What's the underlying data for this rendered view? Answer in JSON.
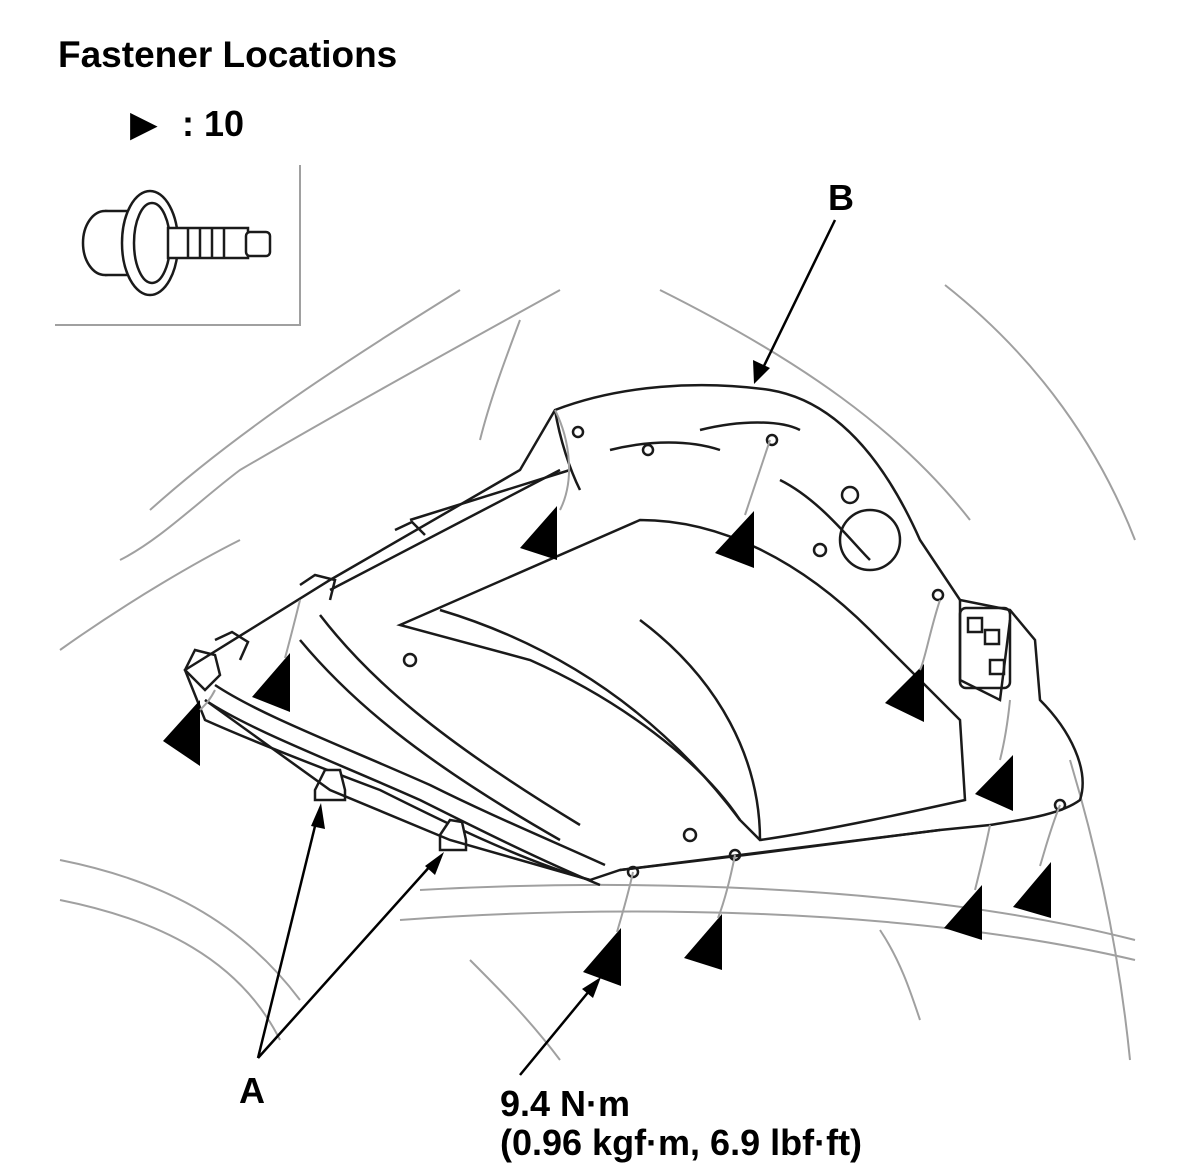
{
  "title": "Fastener Locations",
  "legend": {
    "symbol": "▶",
    "text": ": 10"
  },
  "callouts": {
    "b": "B",
    "a": "A"
  },
  "torque": {
    "line1": "9.4 N·m",
    "line2": "(0.96 kgf·m, 6.9 lbf·ft)"
  },
  "icons": {
    "legend_marker": "triangle-pointer-icon",
    "fastener": "flange-bolt-icon"
  }
}
